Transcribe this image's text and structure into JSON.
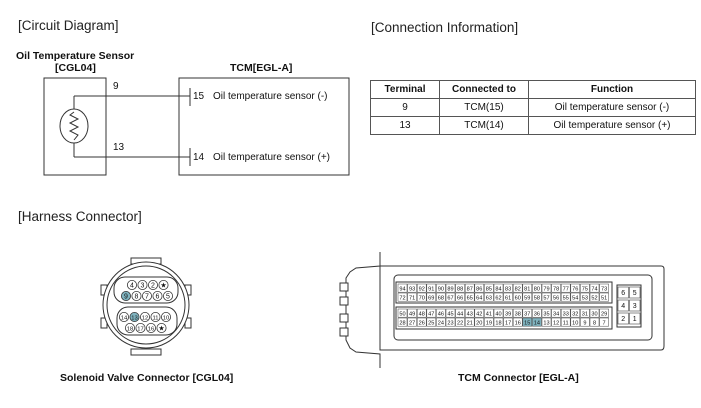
{
  "sections": {
    "circuit": "[Circuit Diagram]",
    "connection": "[Connection Information]",
    "harness": "[Harness Connector]"
  },
  "circuit": {
    "sensor_title": "Oil Temperature Sensor",
    "sensor_code": "[CGL04]",
    "tcm_title": "TCM[EGL-A]",
    "wire_top_pin": "9",
    "wire_bottom_pin": "13",
    "tcm_top_pin": "15",
    "tcm_top_label": "Oil temperature sensor (-)",
    "tcm_bottom_pin": "14",
    "tcm_bottom_label": "Oil temperature sensor (+)"
  },
  "table": {
    "headers": [
      "Terminal",
      "Connected to",
      "Function"
    ],
    "rows": [
      [
        "9",
        "TCM(15)",
        "Oil temperature sensor (-)"
      ],
      [
        "13",
        "TCM(14)",
        "Oil temperature sensor (+)"
      ]
    ]
  },
  "connectors": {
    "solenoid_caption": "Solenoid Valve Connector [CGL04]",
    "tcm_caption": "TCM Connector [EGL-A]",
    "highlight_color": "#7fb3bf",
    "solenoid_rows": [
      [
        "4",
        "3",
        "2",
        "★"
      ],
      [
        "9",
        "8",
        "7",
        "6",
        "5"
      ],
      [
        "14",
        "13",
        "12",
        "11",
        "10"
      ],
      [
        "18",
        "17",
        "16",
        "★"
      ]
    ],
    "solenoid_highlighted": [
      "9",
      "13"
    ],
    "tcm_rows": [
      [
        "94",
        "93",
        "92",
        "91",
        "90",
        "89",
        "88",
        "87",
        "86",
        "85",
        "84",
        "83",
        "82",
        "81",
        "80",
        "79",
        "78",
        "77",
        "76",
        "75",
        "74",
        "73"
      ],
      [
        "72",
        "71",
        "70",
        "69",
        "68",
        "67",
        "66",
        "65",
        "64",
        "63",
        "62",
        "61",
        "60",
        "59",
        "58",
        "57",
        "56",
        "55",
        "54",
        "53",
        "52",
        "51"
      ],
      [
        "50",
        "49",
        "48",
        "47",
        "46",
        "45",
        "44",
        "43",
        "42",
        "41",
        "40",
        "39",
        "38",
        "37",
        "36",
        "35",
        "34",
        "33",
        "32",
        "31",
        "30",
        "29"
      ],
      [
        "28",
        "27",
        "26",
        "25",
        "24",
        "23",
        "22",
        "21",
        "20",
        "19",
        "18",
        "17",
        "16",
        "15",
        "14",
        "13",
        "12",
        "11",
        "10",
        "9",
        "8",
        "7"
      ]
    ],
    "tcm_highlighted": [
      "14",
      "15"
    ],
    "tcm_side_pins": [
      [
        "6",
        "5"
      ],
      [
        "4",
        "3"
      ],
      [
        "2",
        "1"
      ]
    ]
  }
}
